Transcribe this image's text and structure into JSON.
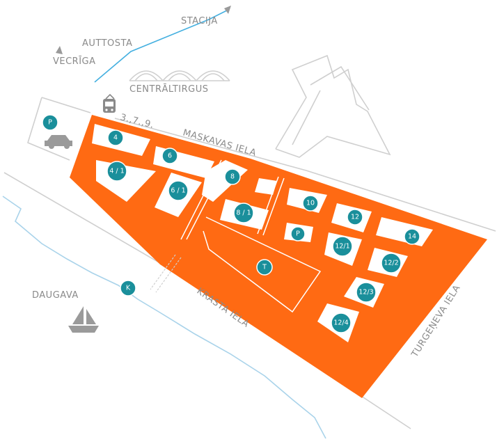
{
  "colors": {
    "area": "#ff6a13",
    "marker": "#1a8f9b",
    "river": "#a9d3ea",
    "road": "#cfcfcf",
    "label": "#8a8a8a"
  },
  "places": {
    "stacija": "STACIJA",
    "auttosta": "AUTTOSTA",
    "vecriga": "VECRĪGA",
    "centraltirgus": "CENTRĀLTIRGUS",
    "daugava": "DAUGAVA"
  },
  "streets": {
    "maskavas": "MASKAVAS IELA",
    "krasta": "KRASTA IELA",
    "turgeneva": "TURGEŅEVA IELA"
  },
  "tram": {
    "routes": "3.,7.,9.",
    "icon": "tram-icon"
  },
  "icons": {
    "car": "car-icon",
    "boat": "sailboat-icon",
    "market": "market-hall-icon",
    "arrow": "direction-arrow-icon"
  },
  "markers": {
    "p_top": "P",
    "b4": "4",
    "b6": "6",
    "b4_1": "4 / 1",
    "b6_1": "6 / 1",
    "b8": "8",
    "b8_1": "8 / 1",
    "b10": "10",
    "b12": "12",
    "b14": "14",
    "p_mid": "P",
    "b12_1": "12/1",
    "b12_2": "12/2",
    "t": "T",
    "b12_3": "12/3",
    "b12_4": "12/4",
    "k": "K"
  }
}
